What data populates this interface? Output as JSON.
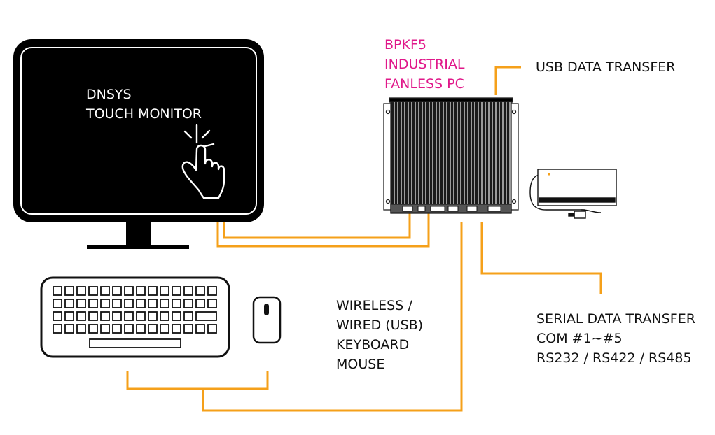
{
  "colors": {
    "accent": "#e0188a",
    "cable": "#f5a01a",
    "outline": "#111111",
    "screen": "#000000",
    "label_text": "#111111",
    "screen_text": "#ffffff"
  },
  "icons": [
    "touch-hand-icon"
  ],
  "monitor": {
    "line1": "DNSYS",
    "line2": "TOUCH MONITOR"
  },
  "pc": {
    "line1": "BPKF5",
    "line2": "INDUSTRIAL",
    "line3": "FANLESS PC"
  },
  "usb_label": "USB DATA TRANSFER",
  "serial": {
    "line1": "SERIAL DATA TRANSFER",
    "line2": "COM #1~#5",
    "line3": "RS232 / RS422 / RS485"
  },
  "input_devices": {
    "line1": "WIRELESS /",
    "line2": "WIRED (USB)",
    "line3": "KEYBOARD",
    "line4": "MOUSE"
  }
}
